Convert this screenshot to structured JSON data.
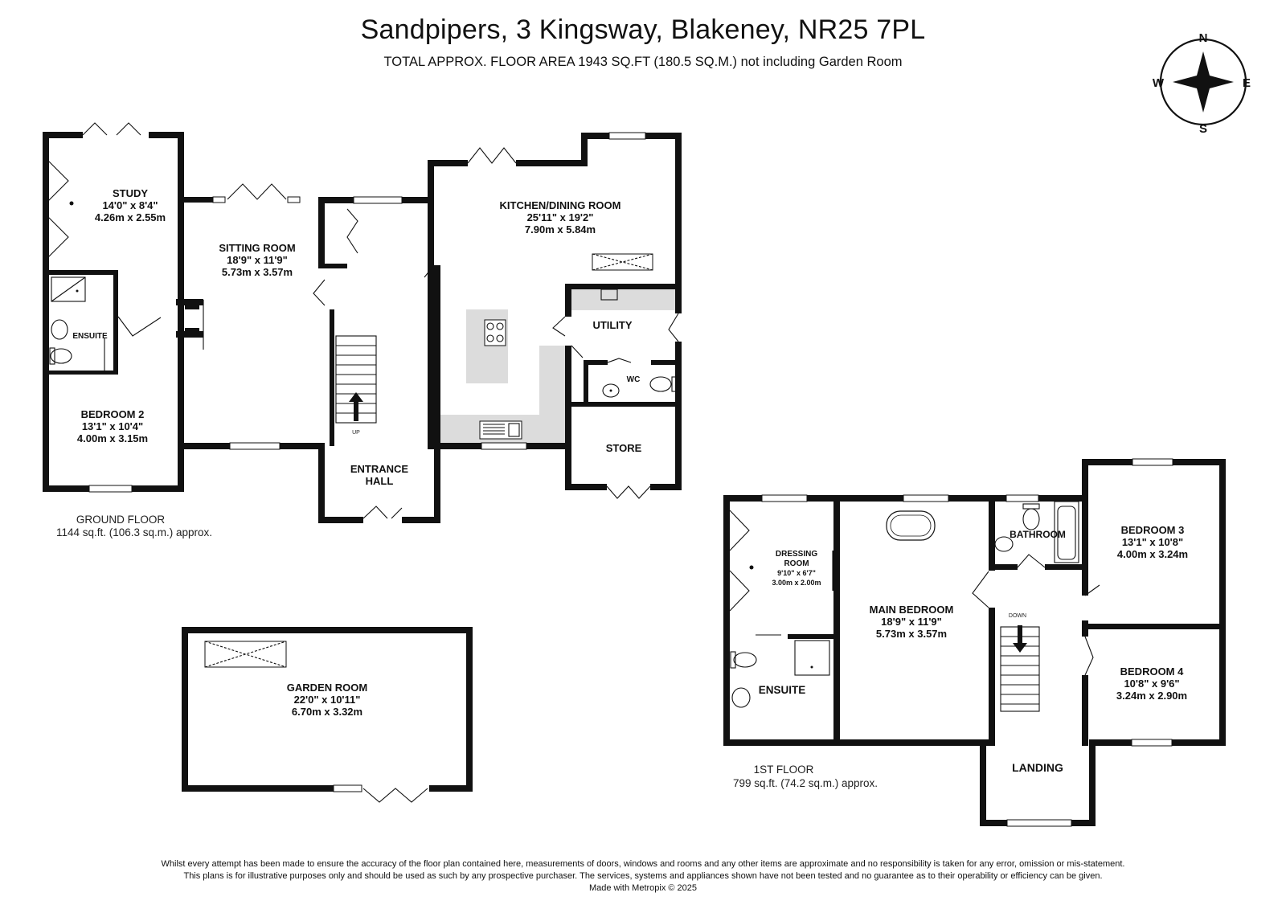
{
  "header": {
    "title": "Sandpipers, 3 Kingsway, Blakeney, NR25 7PL",
    "subtitle": "TOTAL APPROX. FLOOR AREA 1943 SQ.FT (180.5 SQ.M.) not including Garden Room"
  },
  "compass": {
    "n": "N",
    "e": "E",
    "s": "S",
    "w": "W"
  },
  "ground_floor": {
    "label": "GROUND FLOOR",
    "area": "1144 sq.ft. (106.3 sq.m.) approx.",
    "rooms": {
      "study": {
        "name": "STUDY",
        "imperial": "14'0\"  x 8'4\"",
        "metric": "4.26m  x 2.55m"
      },
      "ensuite": {
        "name": "ENSUITE"
      },
      "bedroom2": {
        "name": "BEDROOM 2",
        "imperial": "13'1\"  x 10'4\"",
        "metric": "4.00m  x 3.15m"
      },
      "sitting": {
        "name": "SITTING ROOM",
        "imperial": "18'9\"  x 11'9\"",
        "metric": "5.73m  x 3.57m"
      },
      "hall": {
        "name": "ENTRANCE",
        "name2": "HALL"
      },
      "kitchen": {
        "name": "KITCHEN/DINING ROOM",
        "imperial": "25'11\"  x 19'2\"",
        "metric": "7.90m  x 5.84m"
      },
      "utility": {
        "name": "UTILITY"
      },
      "wc": {
        "name": "WC"
      },
      "store": {
        "name": "STORE"
      }
    },
    "stair_label": "UP"
  },
  "garden_room": {
    "name": "GARDEN ROOM",
    "imperial": "22'0\"  x 10'11\"",
    "metric": "6.70m  x 3.32m"
  },
  "first_floor": {
    "label": "1ST FLOOR",
    "area": "799 sq.ft. (74.2 sq.m.) approx.",
    "rooms": {
      "dressing": {
        "name": "DRESSING",
        "name2": "ROOM",
        "imperial": "9'10\"  x 6'7\"",
        "metric": "3.00m  x 2.00m"
      },
      "ensuite": {
        "name": "ENSUITE"
      },
      "main": {
        "name": "MAIN BEDROOM",
        "imperial": "18'9\"  x 11'9\"",
        "metric": "5.73m  x 3.57m"
      },
      "bathroom": {
        "name": "BATHROOM"
      },
      "bedroom3": {
        "name": "BEDROOM 3",
        "imperial": "13'1\"  x 10'8\"",
        "metric": "4.00m  x 3.24m"
      },
      "bedroom4": {
        "name": "BEDROOM 4",
        "imperial": "10'8\"  x 9'6\"",
        "metric": "3.24m  x 2.90m"
      },
      "landing": {
        "name": "LANDING"
      }
    },
    "stair_label": "DOWN"
  },
  "disclaimer": {
    "line1": "Whilst every attempt has been made to ensure the accuracy of the floor plan contained here, measurements of doors, windows and rooms and any other items are approximate and no responsibility is taken for any error, omission or mis-statement.",
    "line2": "This plans is for illustrative purposes only and should be used as such by any prospective purchaser. The services, systems and appliances shown have not been tested and no guarantee as to their operability or efficiency can be given.",
    "line3": "Made with Metropix © 2025"
  }
}
